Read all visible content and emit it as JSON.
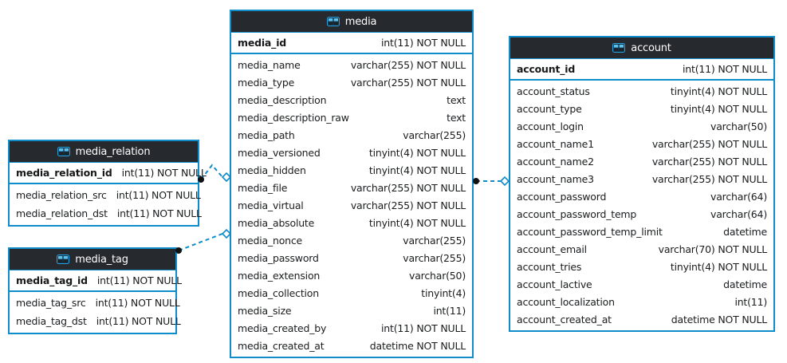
{
  "colors": {
    "table_border": "#0f8dca",
    "header_bg": "#26292d",
    "header_text": "#ffffff",
    "body_bg": "#ffffff",
    "row_text": "#1a1c1e",
    "connector_line": "#0f8dca",
    "connector_dot": "#111111",
    "connector_diamond_fill": "#ffffff"
  },
  "tables": {
    "media_relation": {
      "title": "media_relation",
      "icon": "table-grid-icon",
      "pk": {
        "name": "media_relation_id",
        "type": "int(11) NOT NULL"
      },
      "columns": [
        {
          "name": "media_relation_src",
          "type": "int(11) NOT NULL"
        },
        {
          "name": "media_relation_dst",
          "type": "int(11) NOT NULL"
        }
      ]
    },
    "media_tag": {
      "title": "media_tag",
      "icon": "table-grid-icon",
      "pk": {
        "name": "media_tag_id",
        "type": "int(11) NOT NULL"
      },
      "columns": [
        {
          "name": "media_tag_src",
          "type": "int(11) NOT NULL"
        },
        {
          "name": "media_tag_dst",
          "type": "int(11) NOT NULL"
        }
      ]
    },
    "media": {
      "title": "media",
      "icon": "table-grid-icon",
      "pk": {
        "name": "media_id",
        "type": "int(11) NOT NULL"
      },
      "columns": [
        {
          "name": "media_name",
          "type": "varchar(255) NOT NULL"
        },
        {
          "name": "media_type",
          "type": "varchar(255) NOT NULL"
        },
        {
          "name": "media_description",
          "type": "text"
        },
        {
          "name": "media_description_raw",
          "type": "text"
        },
        {
          "name": "media_path",
          "type": "varchar(255)"
        },
        {
          "name": "media_versioned",
          "type": "tinyint(4) NOT NULL"
        },
        {
          "name": "media_hidden",
          "type": "tinyint(4) NOT NULL"
        },
        {
          "name": "media_file",
          "type": "varchar(255) NOT NULL"
        },
        {
          "name": "media_virtual",
          "type": "varchar(255) NOT NULL"
        },
        {
          "name": "media_absolute",
          "type": "tinyint(4) NOT NULL"
        },
        {
          "name": "media_nonce",
          "type": "varchar(255)"
        },
        {
          "name": "media_password",
          "type": "varchar(255)"
        },
        {
          "name": "media_extension",
          "type": "varchar(50)"
        },
        {
          "name": "media_collection",
          "type": "tinyint(4)"
        },
        {
          "name": "media_size",
          "type": "int(11)"
        },
        {
          "name": "media_created_by",
          "type": "int(11) NOT NULL"
        },
        {
          "name": "media_created_at",
          "type": "datetime NOT NULL"
        }
      ]
    },
    "account": {
      "title": "account",
      "icon": "table-grid-icon",
      "pk": {
        "name": "account_id",
        "type": "int(11) NOT NULL"
      },
      "columns": [
        {
          "name": "account_status",
          "type": "tinyint(4) NOT NULL"
        },
        {
          "name": "account_type",
          "type": "tinyint(4) NOT NULL"
        },
        {
          "name": "account_login",
          "type": "varchar(50)"
        },
        {
          "name": "account_name1",
          "type": "varchar(255) NOT NULL"
        },
        {
          "name": "account_name2",
          "type": "varchar(255) NOT NULL"
        },
        {
          "name": "account_name3",
          "type": "varchar(255) NOT NULL"
        },
        {
          "name": "account_password",
          "type": "varchar(64)"
        },
        {
          "name": "account_password_temp",
          "type": "varchar(64)"
        },
        {
          "name": "account_password_temp_limit",
          "type": "datetime"
        },
        {
          "name": "account_email",
          "type": "varchar(70) NOT NULL"
        },
        {
          "name": "account_tries",
          "type": "tinyint(4) NOT NULL"
        },
        {
          "name": "account_lactive",
          "type": "datetime"
        },
        {
          "name": "account_localization",
          "type": "int(11)"
        },
        {
          "name": "account_created_at",
          "type": "datetime NOT NULL"
        }
      ]
    }
  },
  "relationships": [
    {
      "from_table": "media_relation",
      "to_table": "media",
      "line_style": "dashed",
      "from_marker": "dot",
      "to_marker": "open-diamond"
    },
    {
      "from_table": "media_tag",
      "to_table": "media",
      "line_style": "dashed",
      "from_marker": "dot",
      "to_marker": "open-diamond"
    },
    {
      "from_table": "media",
      "to_table": "account",
      "line_style": "dashed",
      "from_marker": "dot",
      "to_marker": "open-diamond"
    }
  ]
}
